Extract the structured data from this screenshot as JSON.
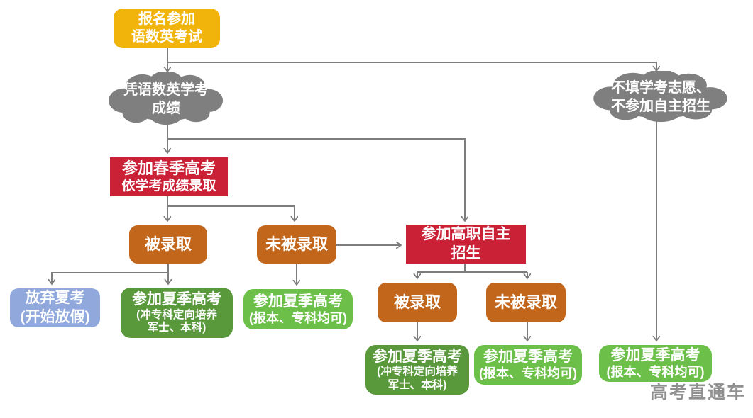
{
  "watermark": "高考直通车",
  "colors": {
    "yellow": "#F0B40B",
    "red": "#CB2136",
    "orange": "#C2661C",
    "blue": "#90A8DC",
    "green_dark": "#59993B",
    "green_light": "#6CBF48",
    "cloud": "#7F7F7F",
    "connector": "#7D7D7D"
  },
  "nodes": {
    "register": {
      "line1": "报名参加",
      "line2": "语数英考试"
    },
    "cloud_left": {
      "line1": "凭语数英学考",
      "line2": "成绩"
    },
    "cloud_right": {
      "line1": "不填学考志愿、",
      "line2": "不参加自主招生"
    },
    "spring_exam": {
      "line1": "参加春季高考",
      "line2": "依学考成绩录取"
    },
    "admitted_spring": {
      "label": "被录取"
    },
    "not_admitted_spring": {
      "label": "未被录取"
    },
    "vocational": {
      "line1": "参加高职自主",
      "line2": "招生"
    },
    "give_up_summer": {
      "line1": "放弃夏考",
      "line2": "(开始放假)"
    },
    "summer_after_admit": {
      "title": "参加夏季高考",
      "sub1": "(冲专科定向培养",
      "sub2": "军士、本科)"
    },
    "summer_after_fail": {
      "title": "参加夏季高考",
      "sub1": "(报本、专科均可)"
    },
    "admitted_voc": {
      "label": "被录取"
    },
    "not_admitted_voc": {
      "label": "未被录取"
    },
    "summer_voc_admit": {
      "title": "参加夏季高考",
      "sub1": "(冲专科定向培养",
      "sub2": "军士、本科)"
    },
    "summer_voc_fail": {
      "title": "参加夏季高考",
      "sub1": "(报本、专科均可)"
    },
    "summer_no_voc": {
      "title": "参加夏季高考",
      "sub1": "(报本、专科均可)"
    }
  }
}
